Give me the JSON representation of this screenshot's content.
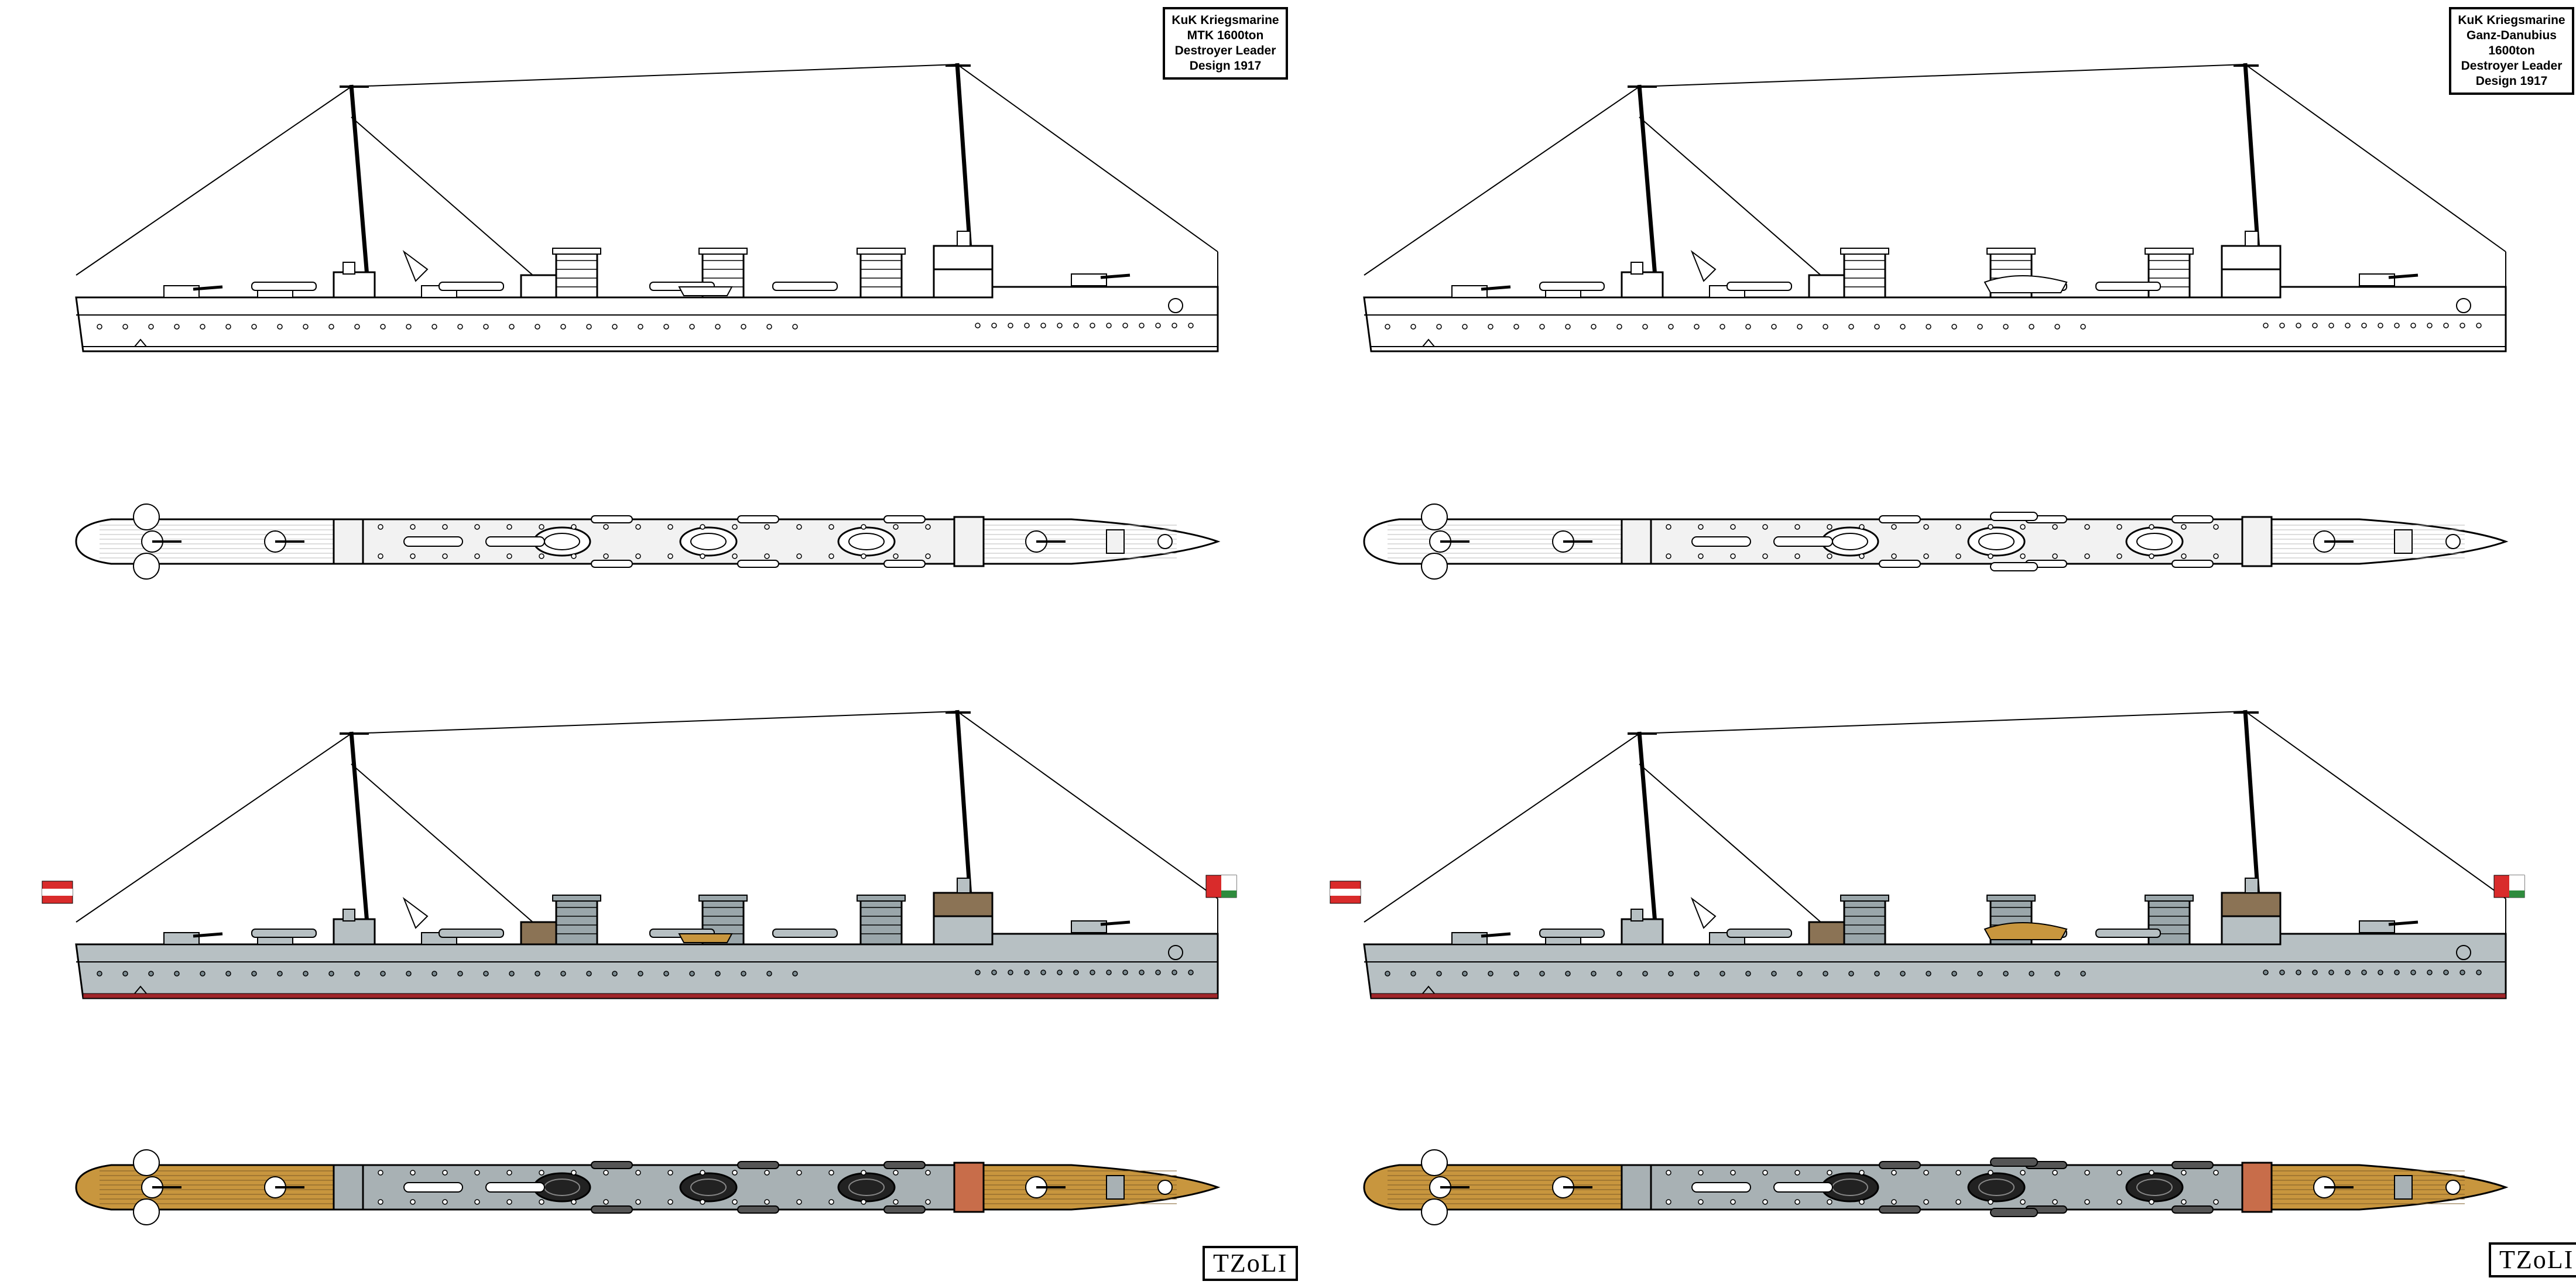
{
  "labels": {
    "left": [
      "KuK Kriegsmarine",
      "MTK 1600ton",
      "Destroyer Leader",
      "Design 1917"
    ],
    "right": [
      "KuK Kriegsmarine",
      "Ganz-Danubius",
      "1600ton",
      "Destroyer Leader",
      "Design 1917"
    ]
  },
  "signature": {
    "left": "TZoLI",
    "right": "TZoLI"
  },
  "colors": {
    "hull_grey": "#b7c0c3",
    "deck_wood": "#c8963e",
    "deck_grey": "#a8b1b4",
    "boot_red": "#a0262a",
    "flag_red": "#d92b2b",
    "flag_green": "#2e8b3d",
    "funnel_grey": "#9aa6aa",
    "line": "#000000"
  },
  "views": [
    {
      "name": "left-profile-lineart",
      "style": "lineart",
      "view": "profile",
      "variant": "MTK"
    },
    {
      "name": "right-profile-lineart",
      "style": "lineart",
      "view": "profile",
      "variant": "Ganz"
    },
    {
      "name": "left-plan-lineart",
      "style": "lineart",
      "view": "plan",
      "variant": "MTK"
    },
    {
      "name": "right-plan-lineart",
      "style": "lineart",
      "view": "plan",
      "variant": "Ganz"
    },
    {
      "name": "left-profile-color",
      "style": "color",
      "view": "profile",
      "variant": "MTK"
    },
    {
      "name": "right-profile-color",
      "style": "color",
      "view": "profile",
      "variant": "Ganz"
    },
    {
      "name": "left-plan-color",
      "style": "color",
      "view": "plan",
      "variant": "MTK"
    },
    {
      "name": "right-plan-color",
      "style": "color",
      "view": "plan",
      "variant": "Ganz"
    }
  ],
  "icons": {
    "flag_stern": "austro-hungarian-ensign-icon",
    "flag_bow": "hungarian-jack-icon"
  }
}
